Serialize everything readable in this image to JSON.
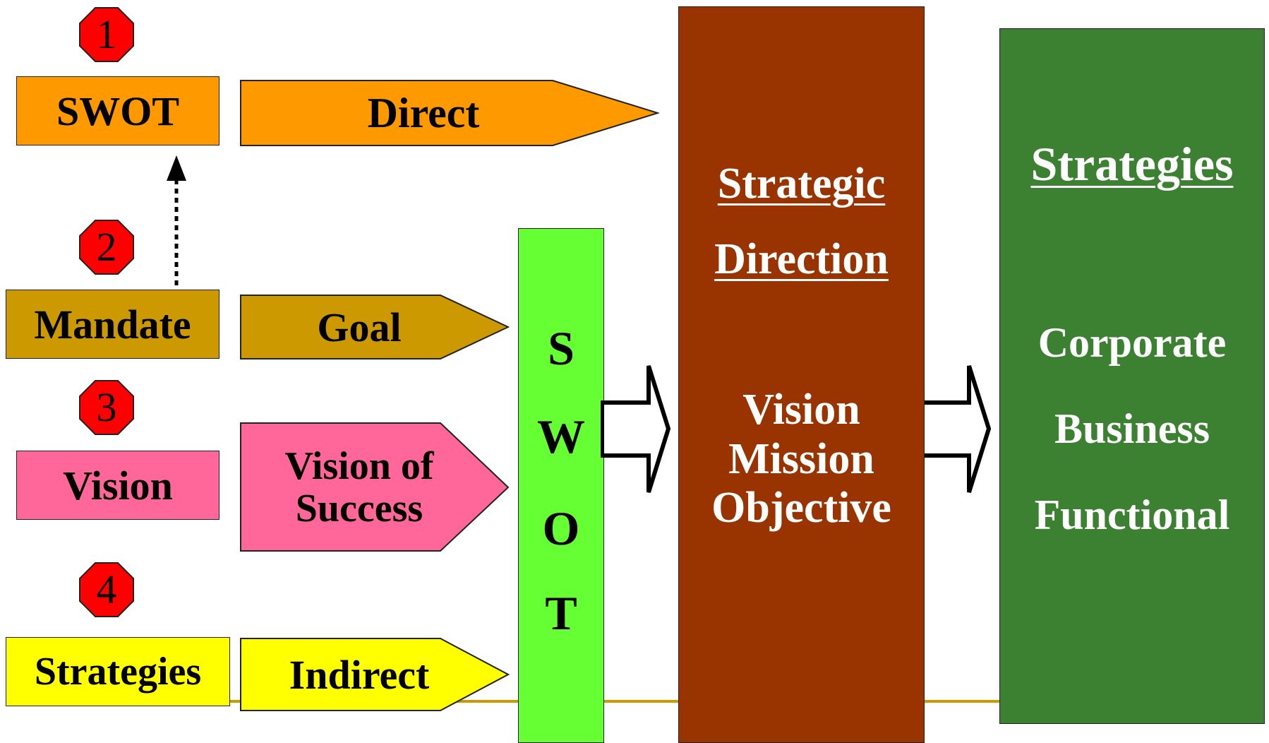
{
  "badges": [
    "1",
    "2",
    "3",
    "4"
  ],
  "left_boxes": {
    "swot": "SWOT",
    "mandate": "Mandate",
    "vision": "Vision",
    "strategies": "Strategies"
  },
  "arrows": {
    "direct": "Direct",
    "goal": "Goal",
    "vision_success_line1": "Vision of",
    "vision_success_line2": "Success",
    "indirect": "Indirect"
  },
  "swot_column": [
    "S",
    "W",
    "O",
    "T"
  ],
  "strategic_direction": {
    "title_line1": "Strategic",
    "title_line2": "Direction",
    "items": [
      "Vision",
      "Mission",
      "Objective"
    ]
  },
  "strategies_panel": {
    "title": "Strategies",
    "items": [
      "Corporate",
      "Business",
      "Functional"
    ]
  },
  "colors": {
    "swot_orange": "#FF9900",
    "mandate_gold": "#CC9900",
    "vision_pink": "#FF6699",
    "strategies_yellow": "#FFFF00",
    "swot_green": "#66FF33",
    "direction_brown": "#993300",
    "strategies_green": "#3B8131",
    "badge_red": "#FF0000",
    "baseline": "#CC9900"
  }
}
